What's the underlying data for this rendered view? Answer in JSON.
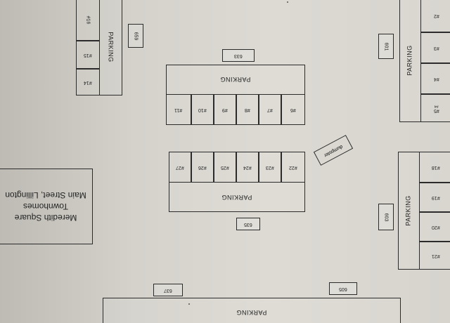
{
  "title": {
    "line1": "Meredith Square",
    "line2": "Townhomes",
    "line3": "Main Street, Lillington"
  },
  "parking_label": "PARKING",
  "dumpster_label": "dumpster",
  "blocks": {
    "top_left_units": [
      "#16",
      "#15",
      "#14"
    ],
    "top_right_units": [
      "#2",
      "#3",
      "#4",
      "#5"
    ],
    "top_right_half_unit": "#4",
    "center_top_units": [
      "#11",
      "#10",
      "#9",
      "#8",
      "#7",
      "#6"
    ],
    "center_bottom_units": [
      "#27",
      "#26",
      "#25",
      "#24",
      "#23",
      "#22"
    ],
    "right_bottom_units": [
      "#18",
      "#19",
      "#20",
      "#21"
    ]
  },
  "address_tags": {
    "t659": "659",
    "t633": "633",
    "t601": "601",
    "t603": "603",
    "t635": "635",
    "t637": "637",
    "t605": "605"
  }
}
